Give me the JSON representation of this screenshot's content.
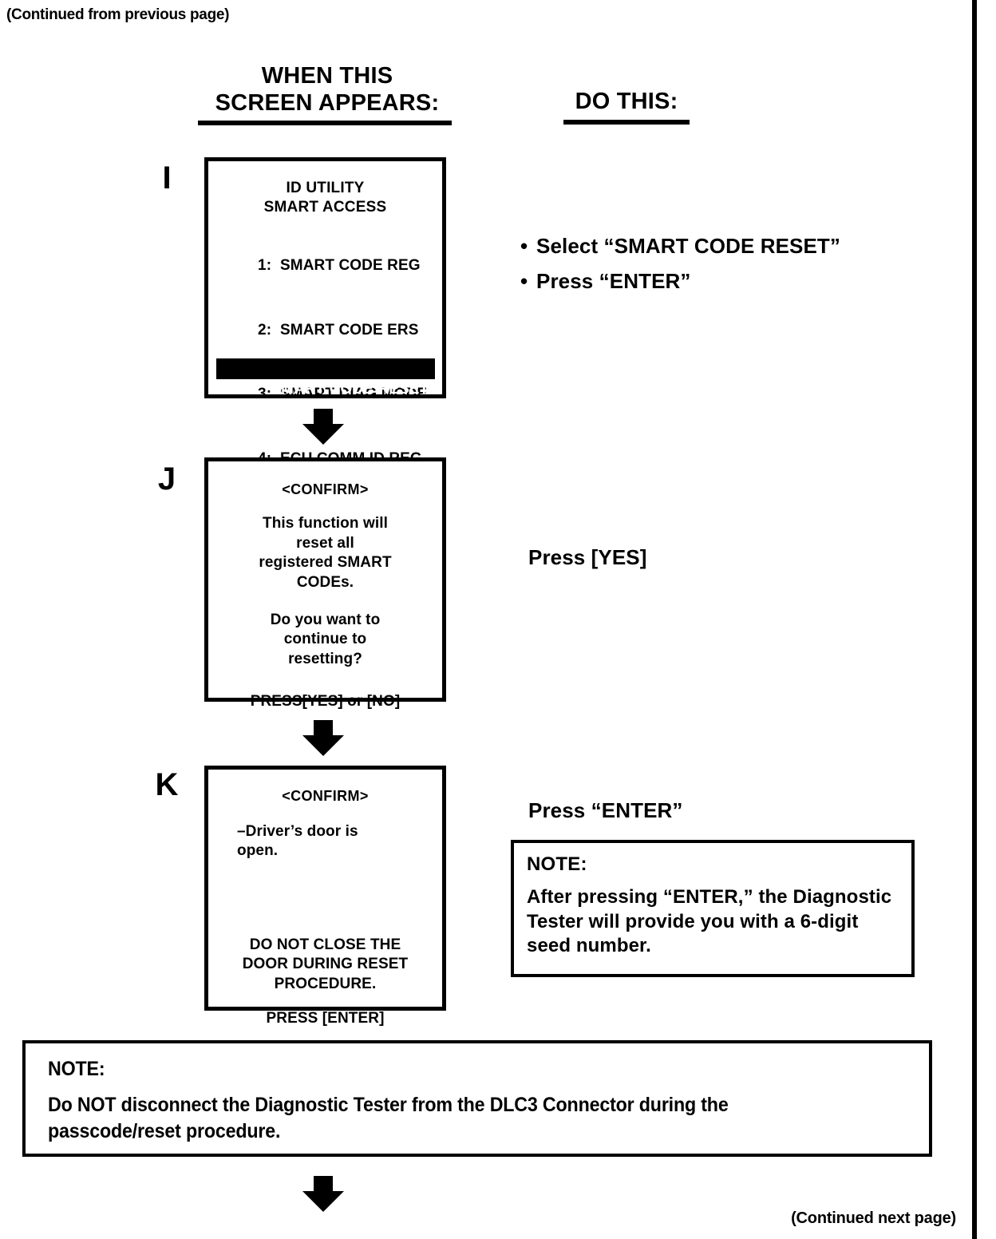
{
  "page": {
    "continued_from": "(Continued from previous page)",
    "continued_next": "(Continued next page)",
    "ink_color": "#000000",
    "paper_color": "#ffffff"
  },
  "headers": {
    "left_column": "WHEN THIS\nSCREEN APPEARS:",
    "left_column_line1": "WHEN THIS",
    "left_column_line2": "SCREEN APPEARS:",
    "right_column": "DO THIS:"
  },
  "steps": [
    {
      "letter": "I",
      "screen": {
        "title_line1": "ID UTILITY",
        "title_line2": "SMART ACCESS",
        "menu": [
          {
            "num": "1:",
            "label": "SMART CODE REG"
          },
          {
            "num": "2:",
            "label": "SMART CODE ERS"
          },
          {
            "num": "3:",
            "label": "SMART DIAG MODE"
          },
          {
            "num": "4:",
            "label": "ECU COMM ID REG"
          }
        ],
        "highlighted": {
          "num": "9:",
          "label": "SMART CODE RESET"
        }
      },
      "instructions": [
        "Select “SMART CODE RESET”",
        "Press “ENTER”"
      ],
      "bullet_glyph": "•"
    },
    {
      "letter": "J",
      "screen": {
        "header": "<CONFIRM>",
        "para_1": "This function will\nreset all\nregistered SMART\nCODEs.",
        "para_2": "Do you want to\ncontinue to\nresetting?",
        "para_3": "PRESS[YES] or [NO]"
      },
      "instruction": "Press [YES]"
    },
    {
      "letter": "K",
      "screen": {
        "header": "<CONFIRM>",
        "para_1": "–Driver’s door is\n  open.",
        "para_2": "DO NOT CLOSE THE\nDOOR DURING RESET\nPROCEDURE.",
        "para_3": "PRESS [ENTER]"
      },
      "instruction": "Press “ENTER”"
    }
  ],
  "notes": {
    "right": {
      "label": "NOTE:",
      "text": "After pressing “ENTER,” the Diagnostic Tester will provide you with a 6-digit seed number."
    },
    "bottom": {
      "label": "NOTE:",
      "text": "Do NOT disconnect the Diagnostic Tester from the DLC3 Connector during the\npasscode/reset procedure."
    }
  },
  "icons": {
    "arrow_down": "down-arrow-icon"
  }
}
